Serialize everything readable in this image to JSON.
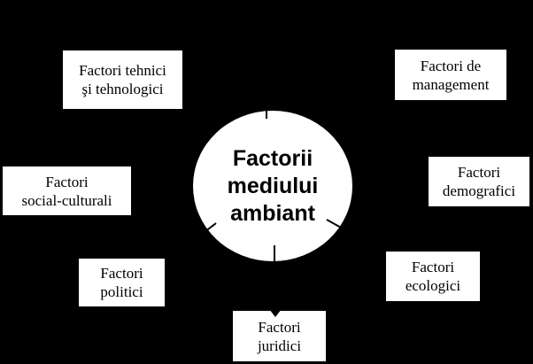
{
  "colors": {
    "background": "#000000",
    "node_fill": "#ffffff",
    "text": "#000000"
  },
  "hub": {
    "label": "Factorii mediului ambiant",
    "line1": "Factorii",
    "line2": "mediului",
    "line3": "ambiant"
  },
  "nodes": {
    "tehnici": {
      "line1": "Factori tehnici",
      "line2": "şi tehnologici"
    },
    "management": {
      "line1": "Factori de",
      "line2": "management"
    },
    "social": {
      "line1": "Factori",
      "line2": "social-culturali"
    },
    "demografici": {
      "line1": "Factori",
      "line2": "demografici"
    },
    "politici": {
      "line1": "Factori",
      "line2": "politici"
    },
    "ecologici": {
      "line1": "Factori",
      "line2": "ecologici"
    },
    "juridici": {
      "line1": "Factori",
      "line2": "juridici"
    }
  }
}
